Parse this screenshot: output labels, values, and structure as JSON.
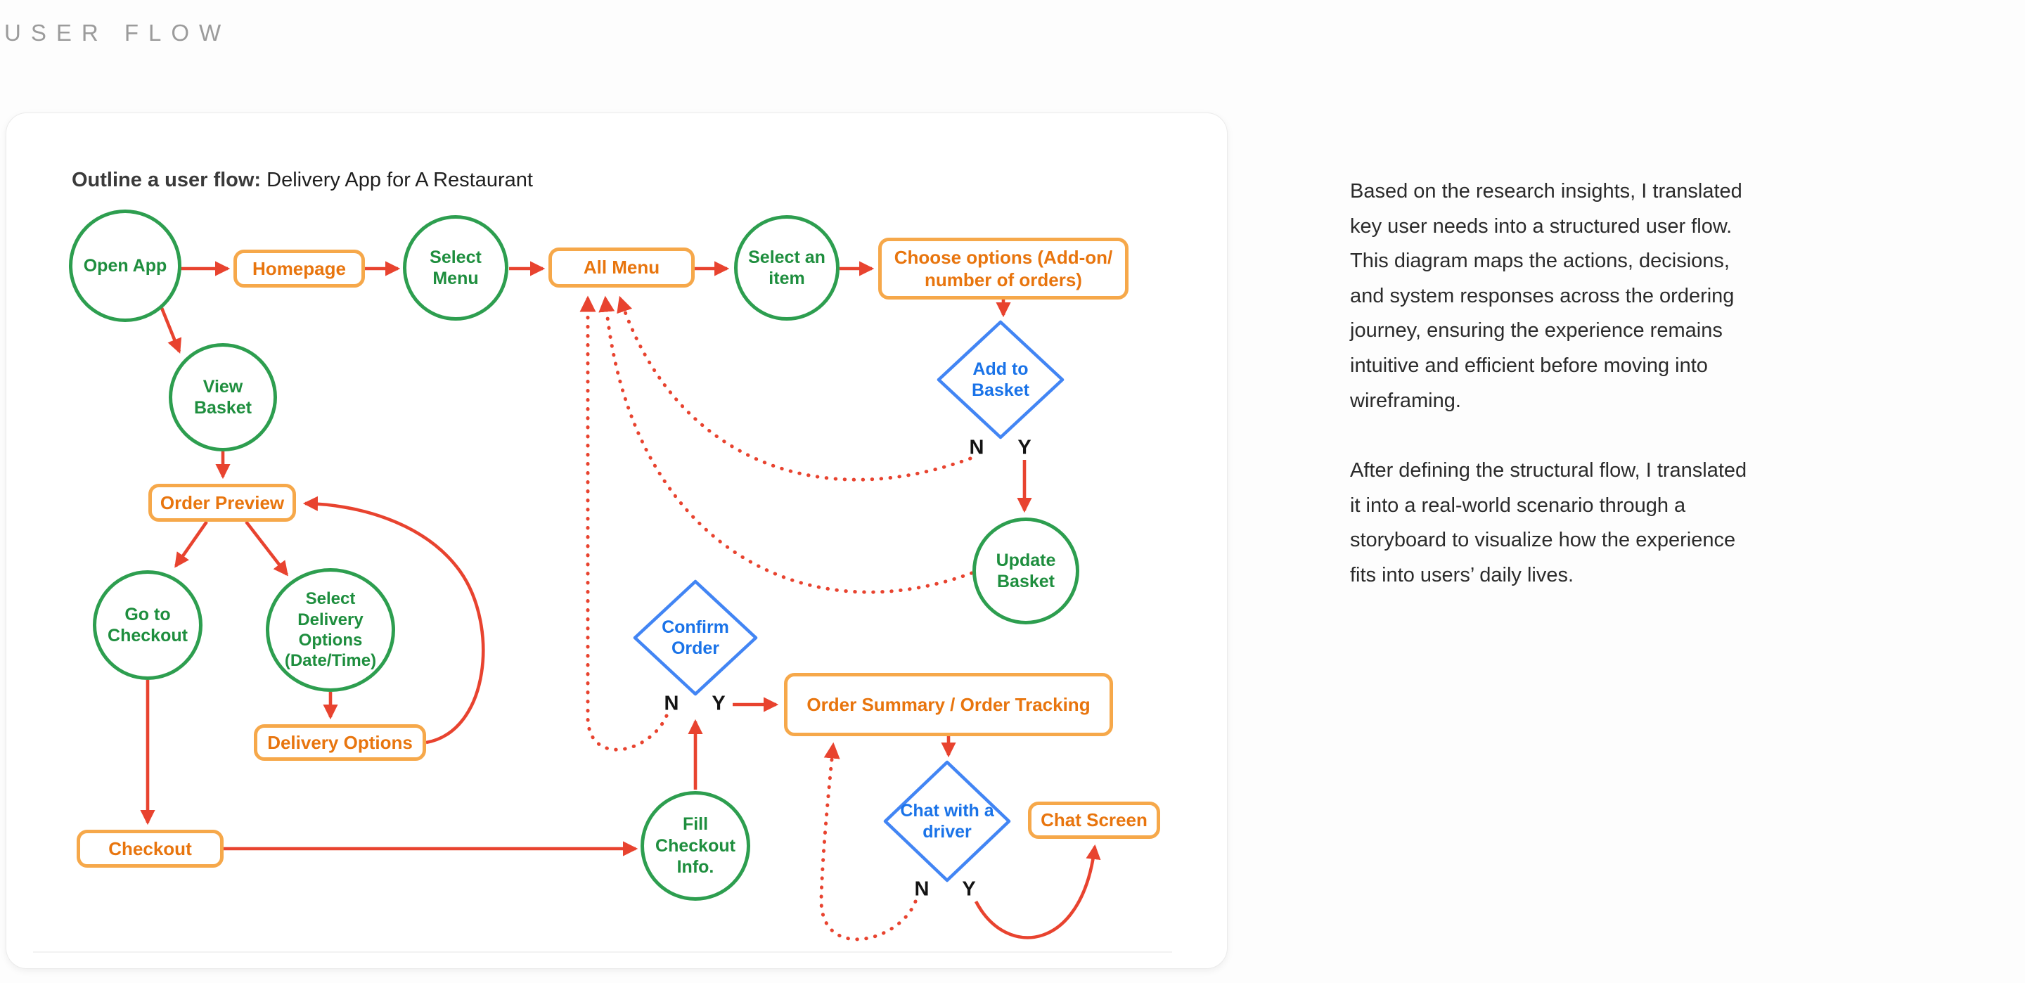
{
  "page": {
    "header": "USER FLOW"
  },
  "card": {
    "title_bold": "Outline a user flow:",
    "title_rest": " Delivery App for A Restaurant"
  },
  "nodes": {
    "open_app": "Open App",
    "homepage": "Homepage",
    "select_menu": "Select Menu",
    "all_menu": "All Menu",
    "select_an_item": "Select an item",
    "choose_options": "Choose options (Add-on/ number of orders)",
    "add_to_basket": "Add to Basket",
    "update_basket": "Update Basket",
    "view_basket": "View Basket",
    "order_preview": "Order Preview",
    "go_to_checkout": "Go to Checkout",
    "select_delivery_options": "Select Delivery Options (Date/Time)",
    "delivery_options": "Delivery Options",
    "checkout": "Checkout",
    "fill_checkout_info": "Fill Checkout Info.",
    "confirm_order": "Confirm Order",
    "order_summary": "Order Summary / Order Tracking",
    "chat_with_driver": "Chat with a driver",
    "chat_screen": "Chat Screen"
  },
  "decision_labels": {
    "no": "N",
    "yes": "Y"
  },
  "colors": {
    "green": "#2d9e4f",
    "orange": "#f6a84a",
    "orange_text": "#e8750e",
    "blue": "#4285f4",
    "blue_text": "#1a73e8",
    "red": "#e8432f"
  },
  "right_panel": {
    "p1_lines": [
      "Based on the research insights, I translated",
      "key user needs into a structured user flow.",
      "This diagram maps the actions, decisions,",
      "and system responses across the ordering",
      "journey, ensuring the experience remains",
      "intuitive and efficient before moving into",
      "wireframing."
    ],
    "p2_lines": [
      "After defining the structural flow, I translated",
      "it into a real-world scenario through a",
      "storyboard to visualize how the experience",
      "fits into users’ daily lives."
    ]
  }
}
